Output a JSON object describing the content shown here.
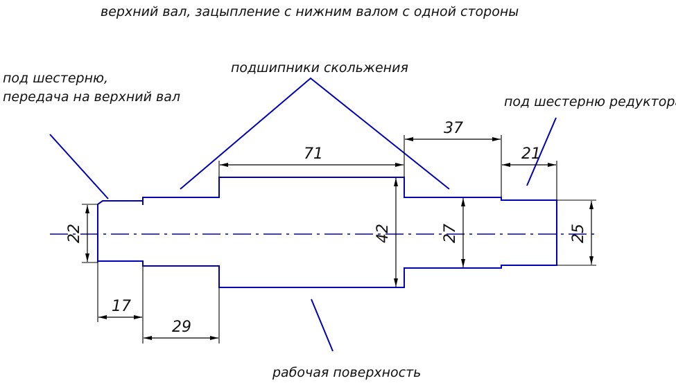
{
  "title": "верхний вал, зацыпление с нижним валом с одной стороны",
  "annotations": {
    "gear_left_line1": "под шестерню,",
    "gear_left_line2": "передача на верхний вал",
    "bearings": "подшипники скольжения",
    "gear_reducer": "под шестерню редуктора",
    "working_surface": "рабочая поверхность"
  },
  "dimensions": {
    "d22": "22",
    "d42": "42",
    "d27": "27",
    "d25": "25",
    "l17": "17",
    "l29": "29",
    "l71": "71",
    "l37": "37",
    "l21": "21"
  },
  "colors": {
    "outline": "#0000b4",
    "dimension": "#000000",
    "text": "#111111"
  }
}
